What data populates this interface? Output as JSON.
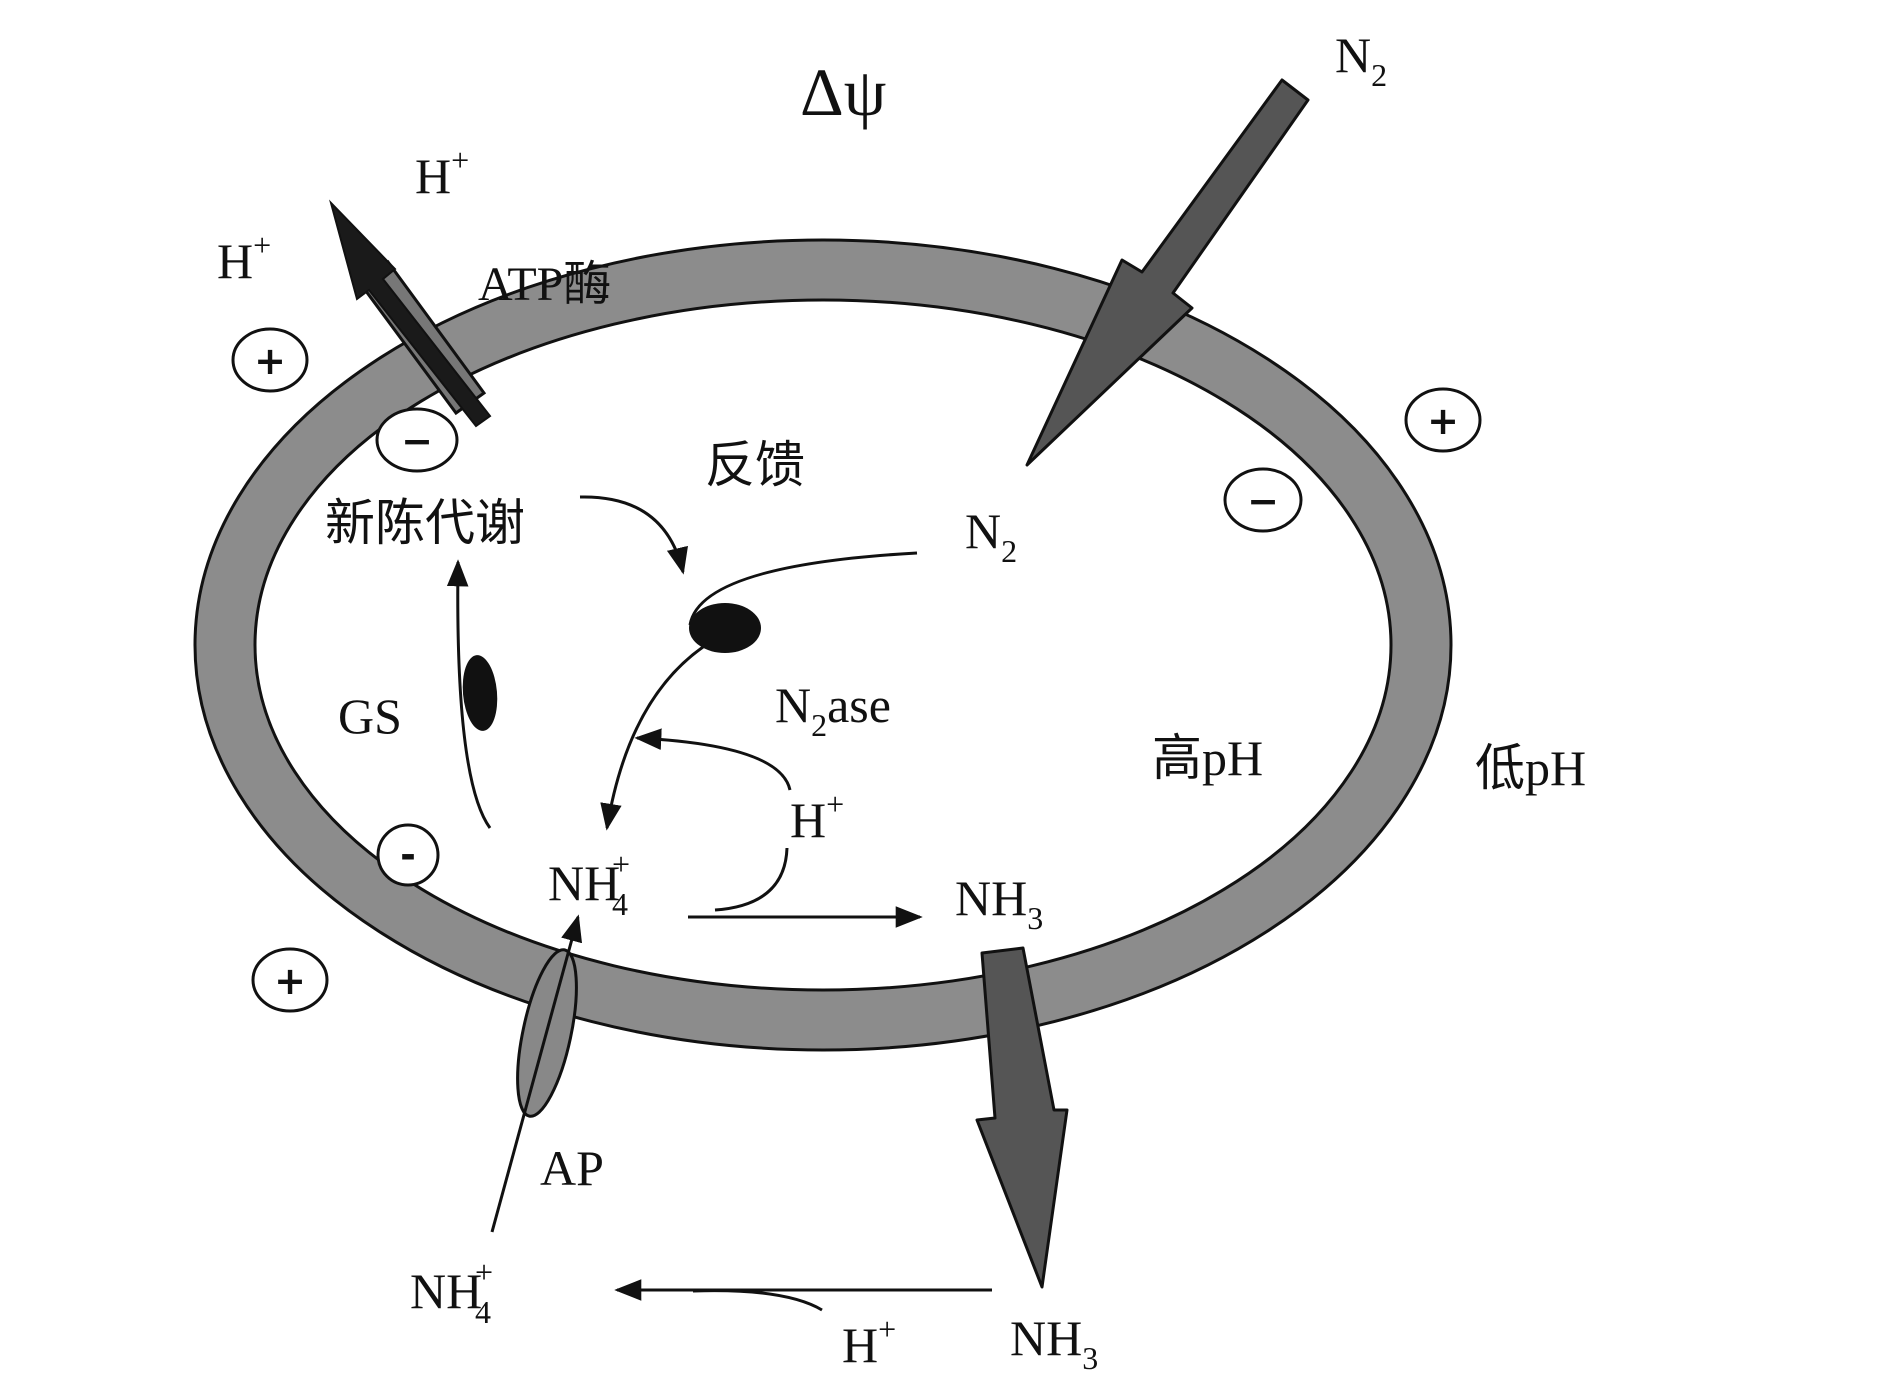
{
  "labels": {
    "delta_psi": "Δψ",
    "n2_outside": "N",
    "n2_outside_sub": "2",
    "h_plus_top": "H",
    "h_plus_left": "H",
    "plus_sup": "+",
    "atpase": "ATP酶",
    "feedback": "反馈",
    "metabolism": "新陈代谢",
    "n2_inside": "N",
    "n2_inside_sub": "2",
    "gs": "GS",
    "n2ase_n": "N",
    "n2ase_sub": "2",
    "n2ase_rest": "ase",
    "high_ph": "高pH",
    "low_ph": "低pH",
    "h_plus_inner": "H",
    "nh4_inner": "NH",
    "nh4_inner_sub": "4",
    "nh3_inner": "NH",
    "nh3_inner_sub": "3",
    "ap": "AP",
    "nh4_outer": "NH",
    "nh4_outer_sub": "4",
    "nh3_outer": "NH",
    "nh3_outer_sub": "3",
    "h_plus_bottom": "H"
  },
  "charges": {
    "plus": "+",
    "minus": "−",
    "minus_small": "-"
  },
  "colors": {
    "membrane": "#8c8c8c",
    "arrow_dark": "#444444",
    "arrow_black": "#111111",
    "ink": "#111111"
  }
}
